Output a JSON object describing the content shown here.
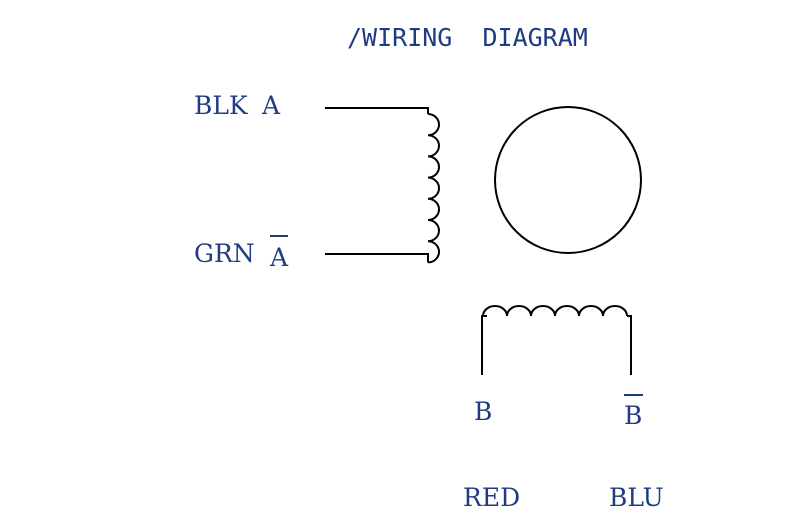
{
  "title": "/WIRING  DIAGRAM",
  "colors": {
    "label": "#1f3b82",
    "line": "#000000"
  },
  "coil_a": {
    "top": {
      "color": "BLK",
      "phase": "A"
    },
    "bottom": {
      "color": "GRN",
      "phase": "A"
    }
  },
  "coil_b": {
    "left": {
      "color": "RED",
      "phase": "B"
    },
    "right": {
      "color": "BLU",
      "phase": "B"
    }
  }
}
